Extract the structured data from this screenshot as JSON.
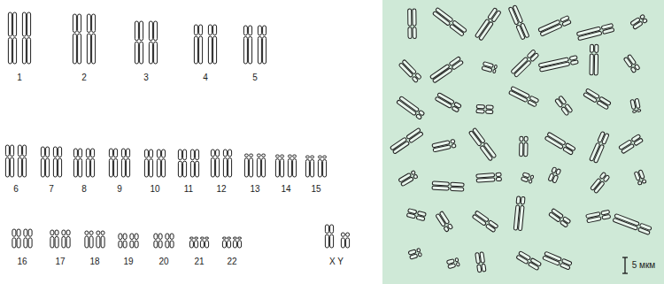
{
  "diagram": {
    "labels": [
      "1",
      "2",
      "3",
      "4",
      "5",
      "6",
      "7",
      "8",
      "9",
      "10",
      "11",
      "12",
      "13",
      "14",
      "15",
      "16",
      "17",
      "18",
      "19",
      "20",
      "21",
      "22",
      "X Y",
      "5 мкм"
    ]
  }
}
